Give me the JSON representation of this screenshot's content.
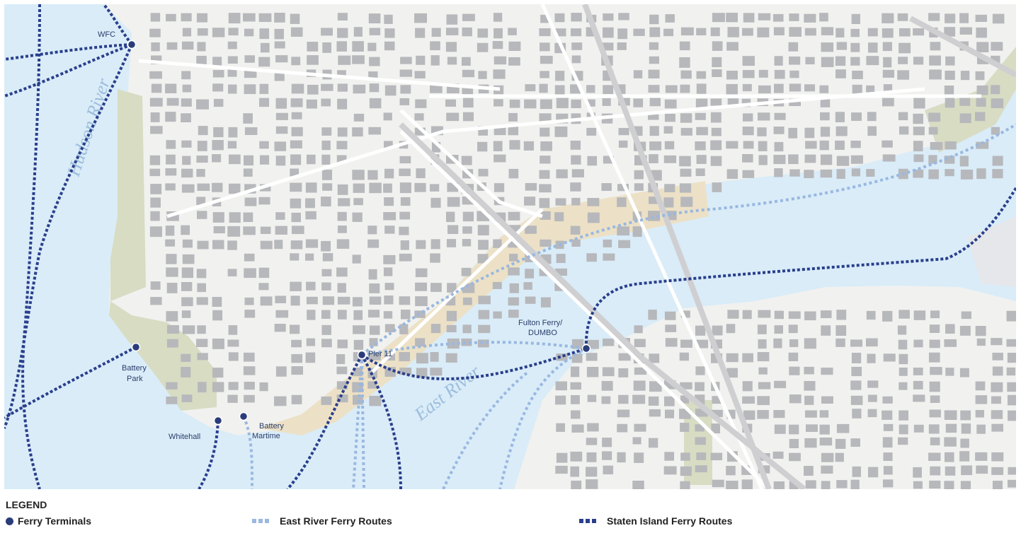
{
  "colors": {
    "water": "#d9ecf8",
    "land": "#f1f1ef",
    "park": "#d7dcc3",
    "waterfront": "#ece1c6",
    "building": "#a9aaad",
    "street": "#ffffff",
    "terminal": "#2a3d7a",
    "east_river_route": "#9ab8e0",
    "staten_island_route": "#2a3f8c"
  },
  "water_labels": {
    "hudson": "Hudson River",
    "east": "East River"
  },
  "terminals": [
    {
      "id": "wfc",
      "name": "WFC"
    },
    {
      "id": "battery-park",
      "name": "Battery Park"
    },
    {
      "id": "whitehall",
      "name": "Whitehall"
    },
    {
      "id": "battery-maritime",
      "name": "Battery Martime"
    },
    {
      "id": "pier-11",
      "name": "Pier 11"
    },
    {
      "id": "fulton-ferry",
      "name": "Fulton Ferry/ DUMBO"
    }
  ],
  "legend": {
    "title": "LEGEND",
    "items": [
      {
        "label": "Ferry Terminals",
        "icon": "filled-circle",
        "color": "#2a3d7a"
      },
      {
        "label": "East River Ferry Routes",
        "icon": "light-dashed-line",
        "color": "#9ab8e0"
      },
      {
        "label": "Staten Island Ferry Routes",
        "icon": "dark-dashed-line",
        "color": "#2a3f8c"
      }
    ]
  }
}
